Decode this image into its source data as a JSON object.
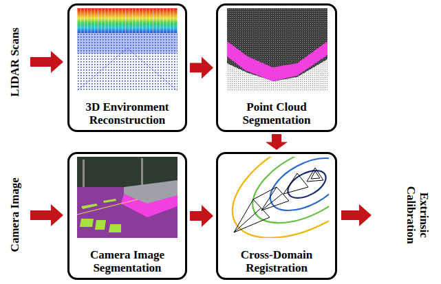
{
  "diagram": {
    "nodes": [
      {
        "text": [
          "3D Environment Reconstruction"
        ]
      },
      {
        "text": [
          "Point Cloud Segmentation"
        ]
      },
      {
        "text": [
          "Camera Image Segmentation"
        ]
      },
      {
        "text": [
          "Cross-Domain Registration"
        ]
      }
    ],
    "edges": [
      {
        "from": 0,
        "to": 1,
        "arrow": "to"
      },
      {
        "from": 1,
        "to": 3,
        "arrow": "to"
      },
      {
        "from": 2,
        "to": 3,
        "arrow": "to"
      }
    ],
    "labels": [
      "LIDAR Scans",
      "Camera Image",
      "Extrinsic Calibration"
    ]
  }
}
